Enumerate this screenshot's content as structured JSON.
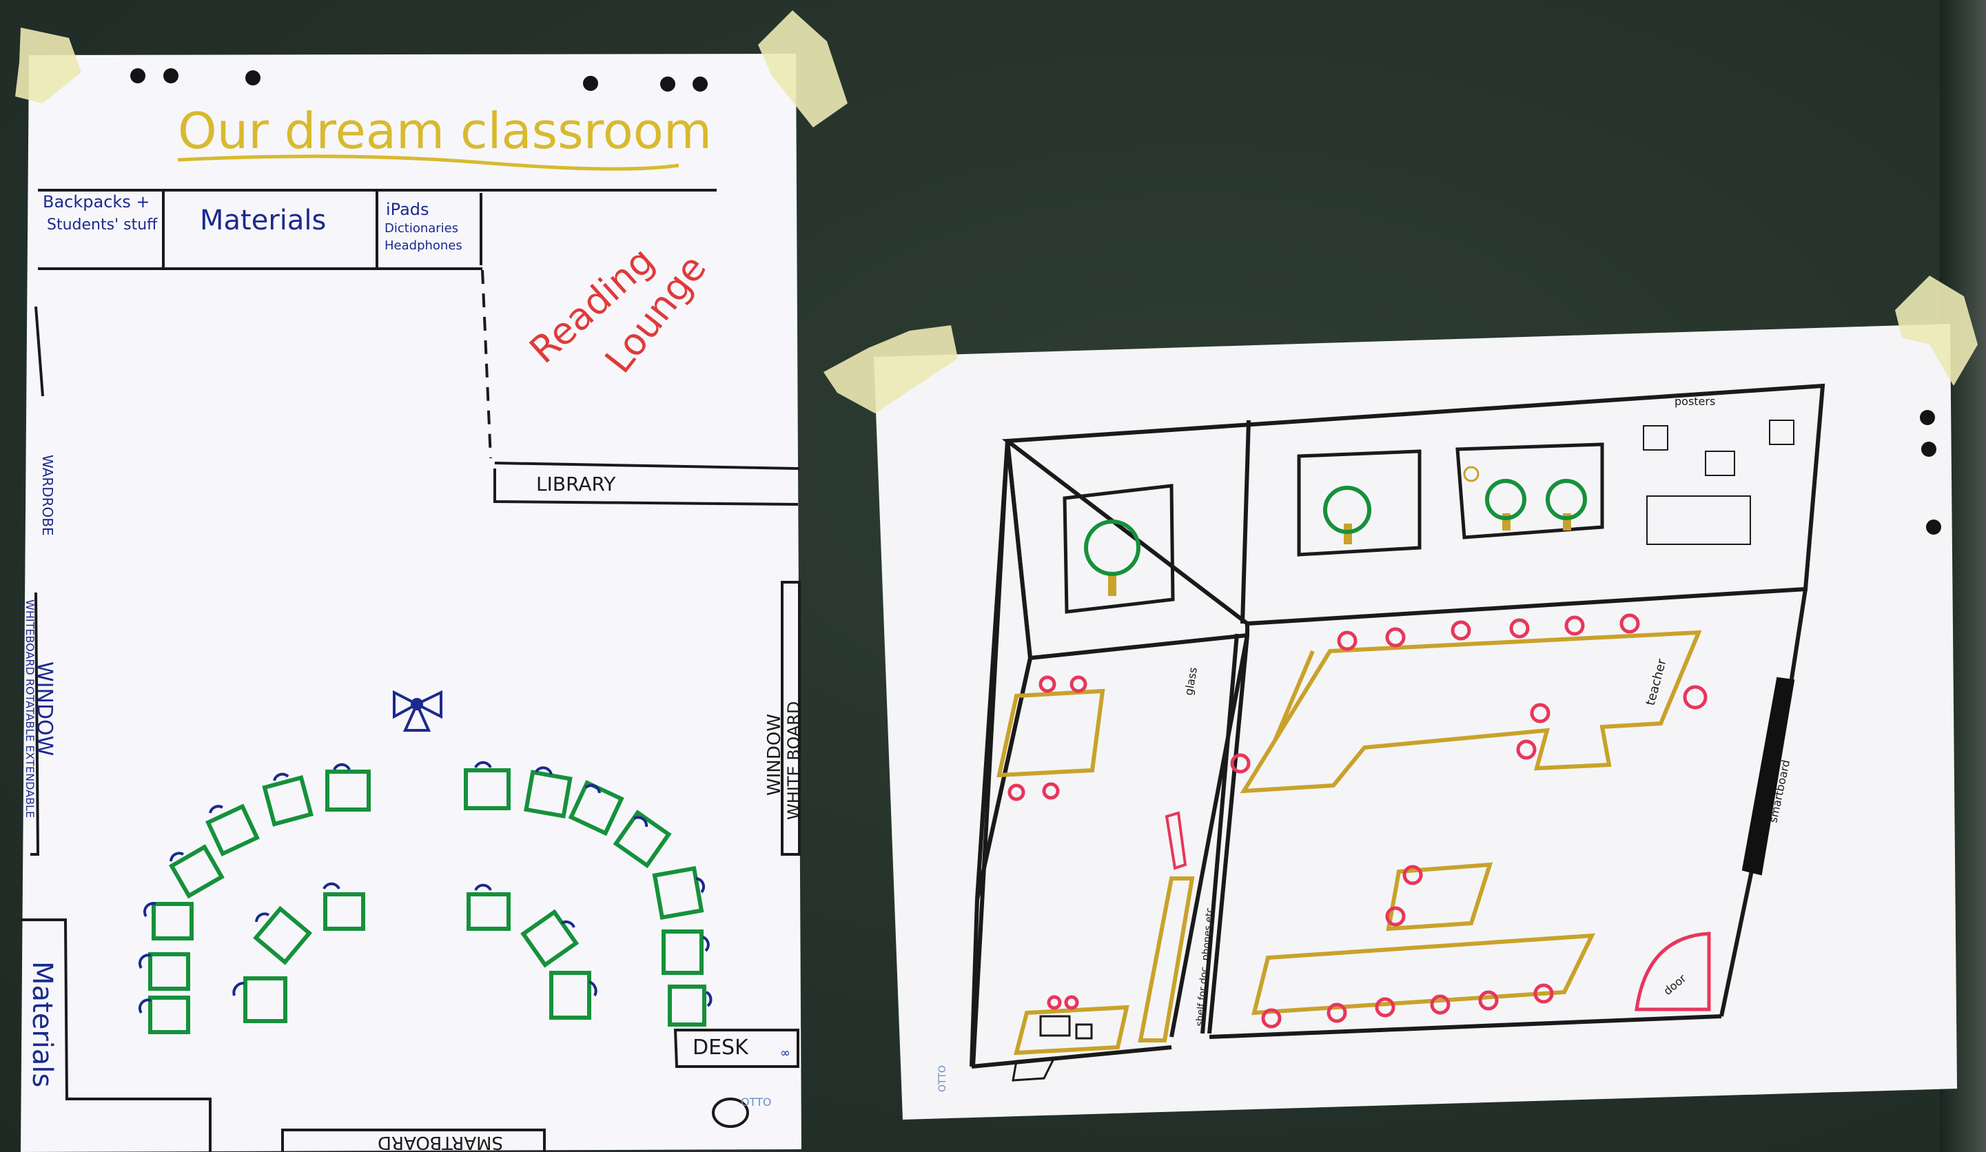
{
  "poster_left": {
    "title": "Our dream classroom",
    "shelf_backpacks_line1": "Backpacks +",
    "shelf_backpacks_line2": "Students' stuff",
    "shelf_materials": "Materials",
    "shelf_devices_line1": "iPads",
    "shelf_devices_line2": "Dictionaries",
    "shelf_devices_line3": "Headphones",
    "reading_line1": "Reading",
    "reading_line2": "Lounge",
    "library": "LIBRARY",
    "wardrobe": "WARDROBE",
    "left_window": "WINDOW",
    "left_whiteboard": "WHITEBOARD ROTATABLE EXTENDABLE",
    "right_window": "WINDOW",
    "right_whiteboard": "WHITE BOARD",
    "materials_side": "Materials",
    "desk": "DESK",
    "smartboard": "SMARTBOARD",
    "brand": "OTTO"
  },
  "poster_right": {
    "posters": "posters",
    "glass": "glass",
    "teacher": "teacher",
    "smartboard": "smartboard",
    "door": "door",
    "shelf": "shelf for doc. phones etc.",
    "brand": "OTTO"
  },
  "colors": {
    "paper": "#f7f7fb",
    "ink_black": "#1a1a1a",
    "ink_blue": "#1b2a8c",
    "ink_green": "#15913b",
    "ink_red": "#e03a3a",
    "ink_pink": "#e8365a",
    "ink_yellow": "#d9b92e",
    "ink_olive": "#c9a22a",
    "tape": "#ece9b4"
  }
}
